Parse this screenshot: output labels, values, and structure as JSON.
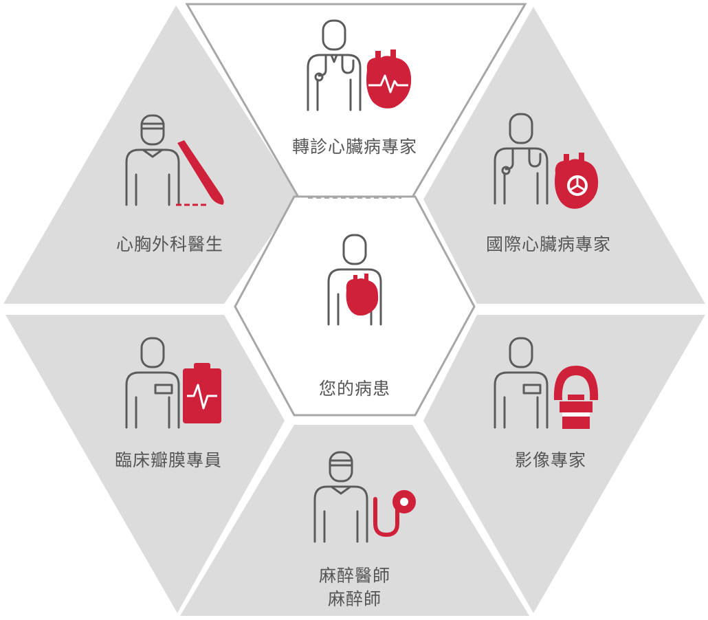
{
  "colors": {
    "segment_fill": "#dcdcdc",
    "center_fill": "#ffffff",
    "outline": "#a7a7a7",
    "icon_stroke": "#5b5b5b",
    "accent_red": "#d0213a",
    "label_text": "#555555"
  },
  "center": {
    "label": "您的病患",
    "icon": "patient-heart-icon"
  },
  "segments": {
    "top": {
      "label": "轉診心臟病專家",
      "icon": "doctor-with-heart-icon"
    },
    "upper_right": {
      "label": "國際心臟病專家",
      "icon": "doctor-with-valve-heart-icon"
    },
    "lower_right": {
      "label": "影像專家",
      "icon": "specialist-with-scanner-icon"
    },
    "bottom": {
      "label_line1": "麻醉醫師",
      "label_line2": "麻醉師",
      "icon": "surgeon-with-anesthesia-mask-icon"
    },
    "lower_left": {
      "label": "臨床瓣膜專員",
      "icon": "specialist-with-clipboard-icon"
    },
    "upper_left": {
      "label": "心胸外科醫生",
      "icon": "surgeon-with-scalpel-icon"
    }
  }
}
